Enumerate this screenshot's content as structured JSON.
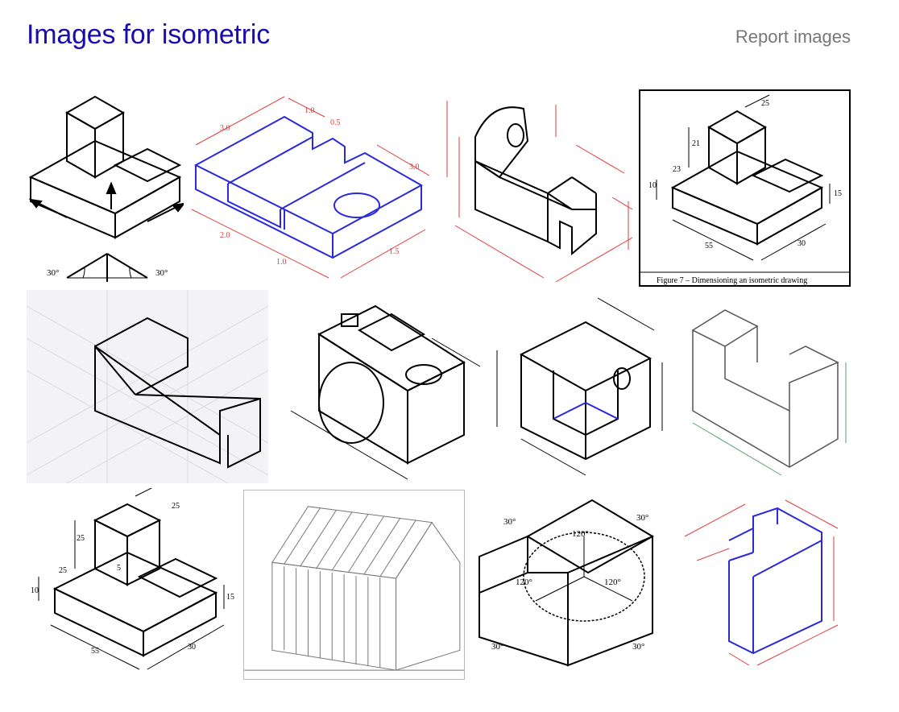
{
  "header": {
    "title": "Images for isometric",
    "report_label": "Report images"
  },
  "colors": {
    "link": "#1a0dab",
    "muted": "#777777",
    "drawing_blue": "#2a2ad8",
    "dimension_red": "#e23b3b"
  },
  "results": [
    {
      "row": 1,
      "angle_left": "30°",
      "angle_right": "30°"
    },
    {
      "row": 1,
      "dims": [
        "3.0",
        "1.0",
        "0.5",
        "2.0",
        "1.0",
        "1.5",
        "3.0"
      ]
    },
    {
      "row": 1
    },
    {
      "row": 1,
      "dims": [
        "25",
        "21",
        "23",
        "10",
        "15",
        "55",
        "30"
      ],
      "caption": "Figure 7 – Dimensioning an isometric drawing"
    },
    {
      "row": 2
    },
    {
      "row": 2
    },
    {
      "row": 2
    },
    {
      "row": 2
    },
    {
      "row": 3,
      "dims": [
        "25",
        "25",
        "25",
        "10",
        "15",
        "55",
        "30",
        "5"
      ]
    },
    {
      "row": 3
    },
    {
      "row": 3,
      "angles": [
        "30°",
        "30°",
        "120°",
        "120°",
        "120°",
        "30°",
        "30°"
      ]
    },
    {
      "row": 3
    }
  ]
}
